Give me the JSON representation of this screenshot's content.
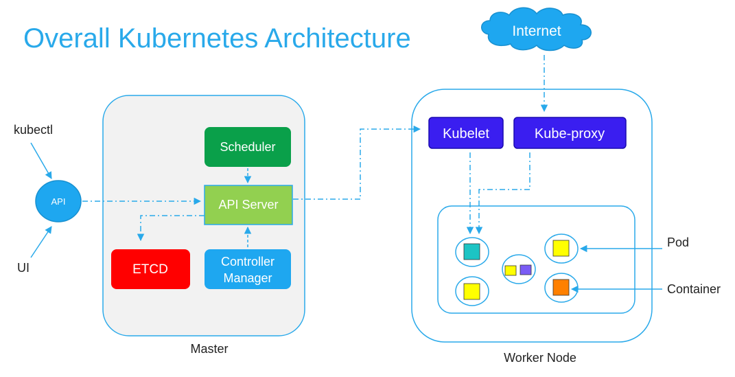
{
  "title": "Overall Kubernetes Architecture",
  "internet": {
    "label": "Internet"
  },
  "clients": {
    "kubectl": "kubectl",
    "ui": "UI",
    "api": "API"
  },
  "master": {
    "label": "Master",
    "scheduler": "Scheduler",
    "api_server": "API Server",
    "etcd": "ETCD",
    "controller_manager_line1": "Controller",
    "controller_manager_line2": "Manager"
  },
  "worker": {
    "label": "Worker Node",
    "kubelet": "Kubelet",
    "kube_proxy": "Kube-proxy"
  },
  "legend": {
    "pod": "Pod",
    "container": "Container"
  },
  "colors": {
    "title": "#29a9ea",
    "line": "#29a9ea",
    "scheduler": "#0aa04a",
    "api_server": "#92d050",
    "etcd": "#ff0000",
    "controller_manager": "#1ea7f0",
    "kubelet": "#3a1ef0",
    "kube_proxy": "#3a1ef0",
    "container_teal": "#1cc4c4",
    "container_yellow": "#ffff00",
    "container_orange": "#ff8000",
    "container_purple": "#7a5cf5"
  }
}
